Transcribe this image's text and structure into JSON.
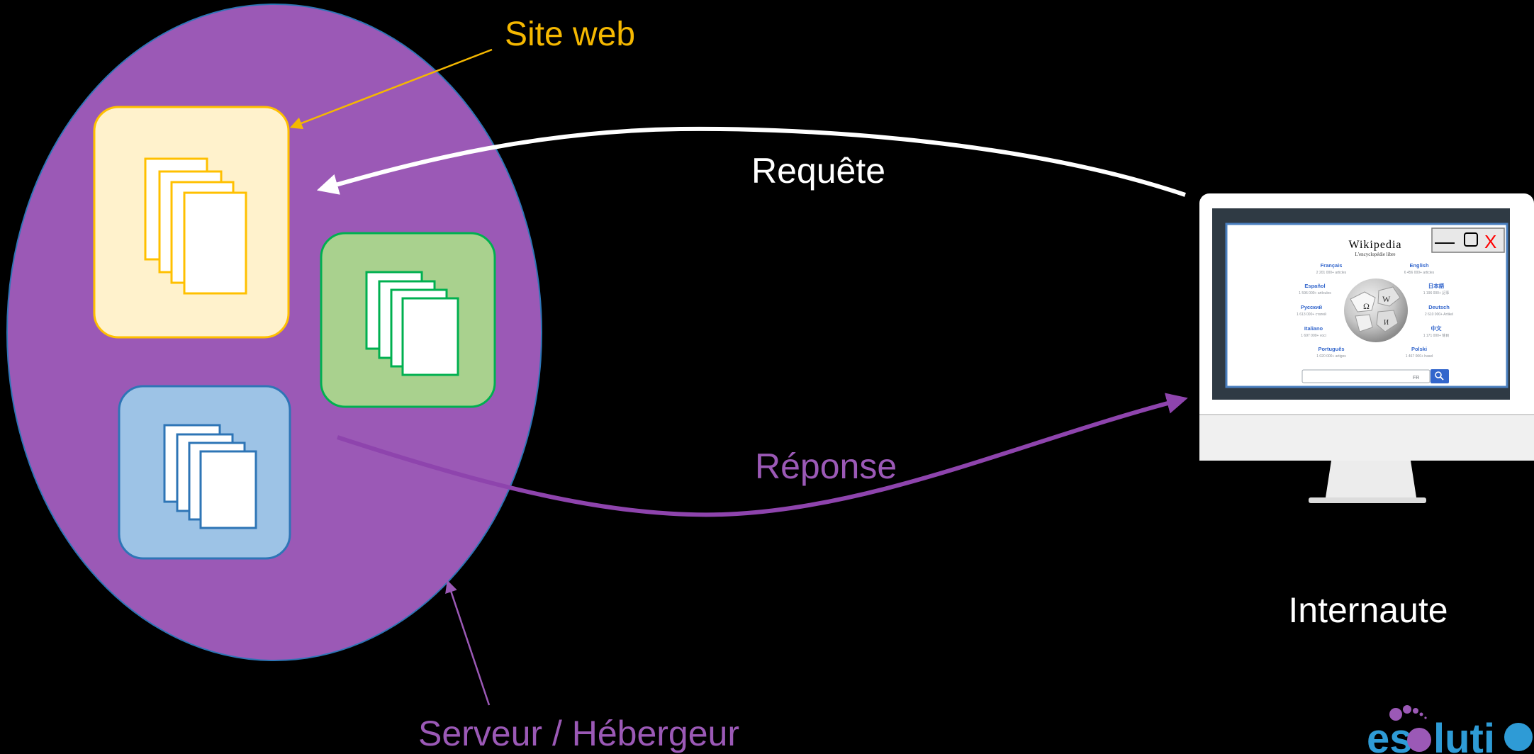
{
  "labels": {
    "site_web": "Site web",
    "requete": "Requête",
    "reponse": "Réponse",
    "internaute": "Internaute",
    "serveur": "Serveur / Hébergeur"
  },
  "browser_window": {
    "minimize": "—",
    "close": "X"
  },
  "wikipedia": {
    "title": "Wikipedia",
    "tagline": "L'encyclopédie libre",
    "languages": [
      {
        "name": "Français",
        "count": "2 201 000+ articles"
      },
      {
        "name": "English",
        "count": "6 456 000+ articles"
      },
      {
        "name": "Español",
        "count": "1 596 000+ artículos"
      },
      {
        "name": "日本語",
        "count": "1 196 000+ 記事"
      },
      {
        "name": "Русский",
        "count": "1 613 000+ статей"
      },
      {
        "name": "Deutsch",
        "count": "2 610 000+ Artikel"
      },
      {
        "name": "Italiano",
        "count": "1 697 000+ voci"
      },
      {
        "name": "中文",
        "count": "1 171 000+ 條目"
      },
      {
        "name": "Português",
        "count": "1 020 000+ artigos"
      },
      {
        "name": "Polski",
        "count": "1 467 000+ haseł"
      }
    ],
    "search_lang": "FR"
  },
  "logo": {
    "text_es": "es",
    "text_luti": "luti"
  },
  "colors": {
    "background": "#000000",
    "server": "#9b59b6",
    "site_web": "#f5b800",
    "requete": "#ffffff",
    "reponse": "#8e44ad",
    "folder_yellow": "#fff2cc",
    "folder_green": "#a9d18e",
    "folder_blue": "#9dc3e6"
  }
}
